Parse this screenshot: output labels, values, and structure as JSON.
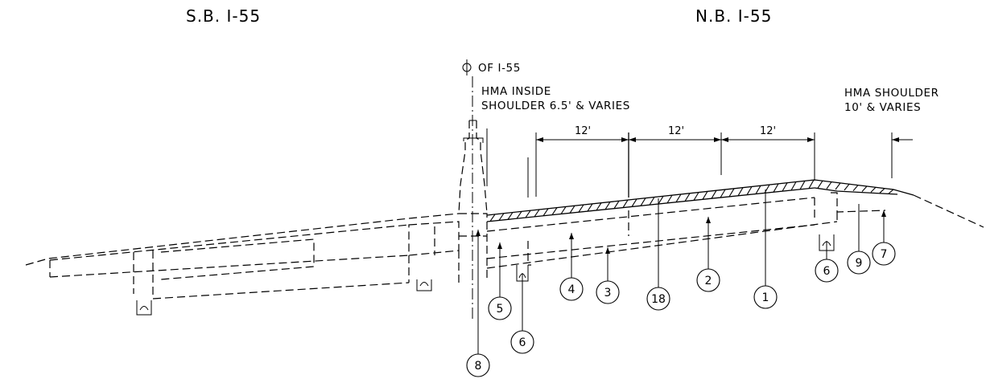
{
  "headers": {
    "southbound": "S.B. I-55",
    "northbound": "N.B. I-55"
  },
  "centerline_label": "OF I-55",
  "inside_shoulder_label": [
    "HMA INSIDE",
    "SHOULDER 6.5' & VARIES"
  ],
  "outside_shoulder_label": [
    "HMA SHOULDER",
    "10' & VARIES"
  ],
  "lane_dimensions": [
    "12'",
    "12'",
    "12'"
  ],
  "callouts": [
    "1",
    "2",
    "3",
    "4",
    "5",
    "6",
    "6",
    "7",
    "8",
    "9",
    "18"
  ]
}
